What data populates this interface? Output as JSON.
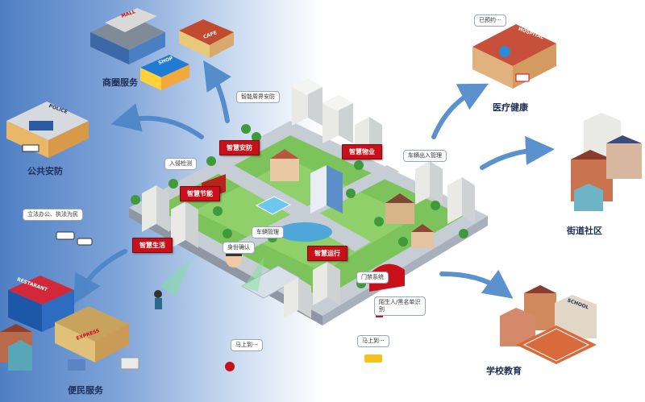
{
  "regions": {
    "business": "商圈服务",
    "security": "公共安防",
    "convenience": "便民服务",
    "medical": "医疗健康",
    "community": "街道社区",
    "school": "学校教育"
  },
  "tags": {
    "smart_security": "智慧安防",
    "smart_property": "智慧物业",
    "smart_energy": "智慧节能",
    "smart_life": "智慧生活",
    "smart_ops": "智慧运行"
  },
  "bubbles": {
    "perimeter": "智能周界安防",
    "intrusion": "入侵检测",
    "vehicle_access": "车辆出入管理",
    "vehicle_mgmt": "车辆管理",
    "gate": "门禁系统",
    "blacklist": "陌生人/黑名单识别",
    "face": "身份确认",
    "police_call": "立法办公、执法为民",
    "booked": "已预约···",
    "coming_left": "马上到···",
    "coming_right": "马上到···"
  },
  "signs": {
    "mall": "MALL",
    "cafe": "CAFE",
    "shop": "SHOP",
    "police": "POLICE",
    "hospital": "HOSPITAL",
    "restaurant": "RESTARANT",
    "express": "EXPRESS",
    "school": "SCHOOL"
  },
  "colors": {
    "brand_red": "#c8101a",
    "label_navy": "#1e2f57",
    "arrow_blue": "#4a86c8",
    "grass": "#7cc35b",
    "road": "#c7cdd4"
  }
}
